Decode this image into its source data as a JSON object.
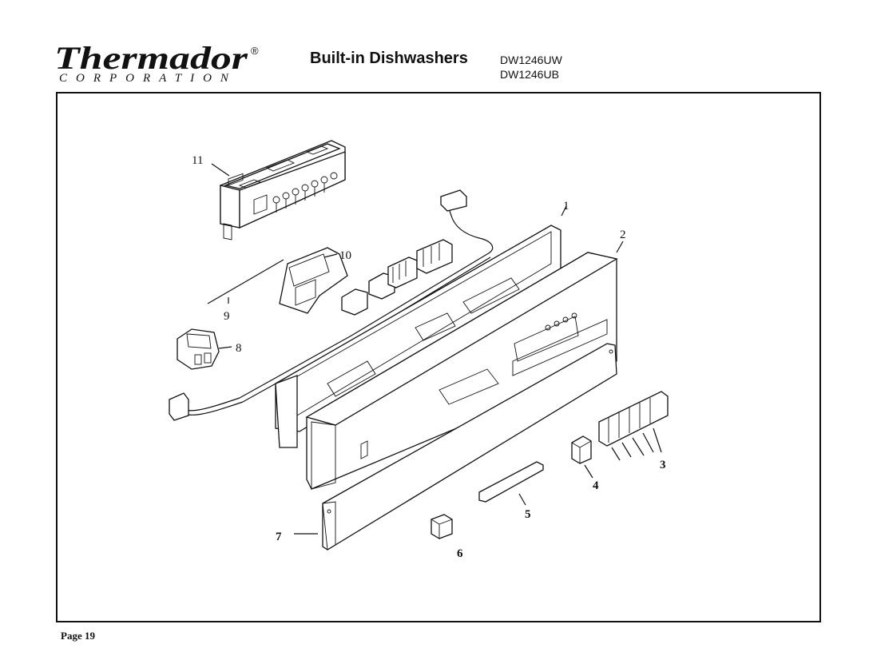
{
  "header": {
    "brand": "Thermador",
    "brand_mark": "®",
    "corporation": "CORPORATION",
    "title": "Built-in Dishwashers",
    "models": [
      "DW1246UW",
      "DW1246UB"
    ]
  },
  "diagram": {
    "callouts": [
      "1",
      "2",
      "3",
      "4",
      "5",
      "6",
      "7",
      "8",
      "9",
      "10",
      "11"
    ]
  },
  "footer": {
    "page": "Page 19"
  }
}
